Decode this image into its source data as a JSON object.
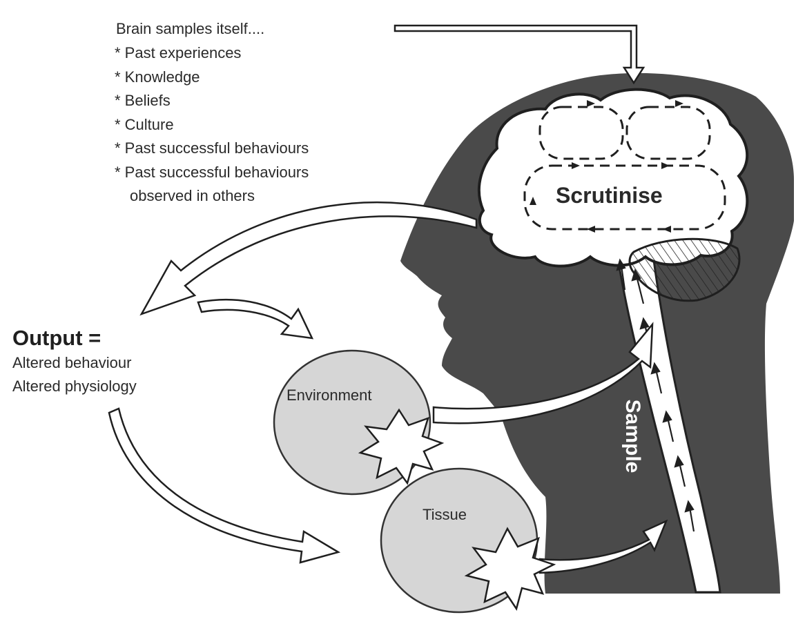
{
  "intro": "Brain samples itself....",
  "bullets": [
    "* Past experiences",
    "* Knowledge",
    "* Beliefs",
    "* Culture",
    "* Past successful behaviours",
    "* Past successful behaviours",
    "observed in others"
  ],
  "output": {
    "title": "Output =",
    "lines": [
      "Altered behaviour",
      "Altered physiology"
    ]
  },
  "brain_label": "Scrutinise",
  "spine_label": "Sample",
  "circles": {
    "environment": "Environment",
    "tissue": "Tissue"
  },
  "colors": {
    "head": "#4a4a4a",
    "circle": "#d6d6d6",
    "line": "#222222"
  }
}
